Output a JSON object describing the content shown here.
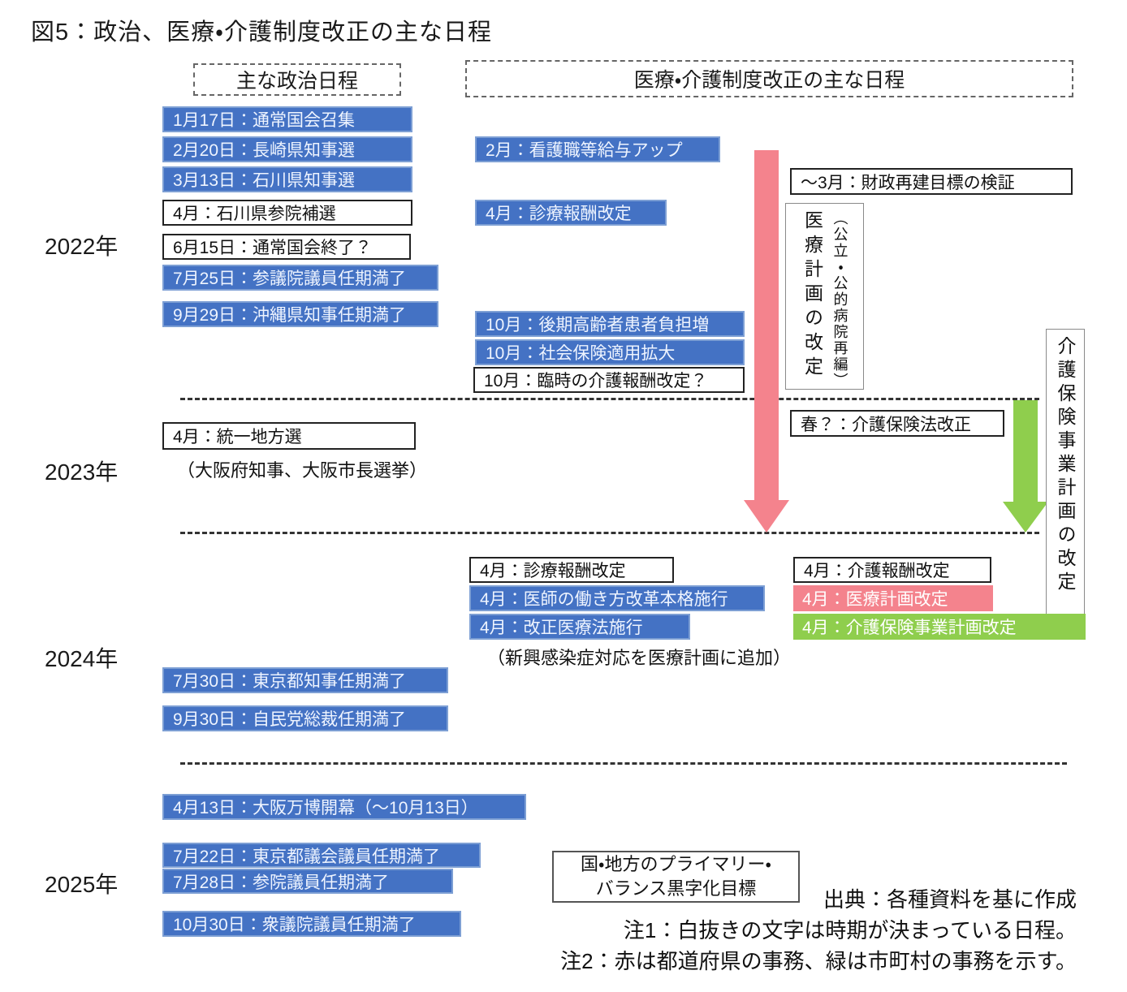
{
  "title": "図5：政治、医療・介護制度改正の主な日程",
  "headers": {
    "political": "主な政治日程",
    "medical": "医療・介護制度改正の主な日程"
  },
  "years": [
    "2022年",
    "2023年",
    "2024年",
    "2025年"
  ],
  "political": {
    "y2022": [
      "1月17日：通常国会召集",
      "2月20日：長崎県知事選",
      "3月13日：石川県知事選",
      "4月：石川県参院補選",
      "6月15日：通常国会終了？",
      "7月25日：参議院議員任期満了",
      "9月29日：沖縄県知事任期満了"
    ],
    "y2023_box": "4月：統一地方選",
    "y2023_note": "（大阪府知事、大阪市長選挙）",
    "y2024": [
      "7月30日：東京都知事任期満了",
      "9月30日：自民党総裁任期満了"
    ],
    "y2025": [
      "4月13日：大阪万博開幕（～10月13日）",
      "7月22日：東京都議会議員任期満了",
      "7月28日：参院議員任期満了",
      "10月30日：衆議院議員任期満了"
    ]
  },
  "medical": {
    "y2022": [
      "2月：看護職等給与アップ",
      "4月：診療報酬改定",
      "10月：後期高齢者患者負担増",
      "10月：社会保険適用拡大",
      "10月：臨時の介護報酬改定？"
    ],
    "fiscal_box": "～3月：財政再建目標の検証",
    "medical_plan_vertical": "医療計画の改定",
    "medical_plan_vertical_note": "（公立・公的病院再編）",
    "care_plan_vertical": "介護保険事業計画の改定",
    "y2023_box": "春？：介護保険法改正",
    "y2024_mid": [
      "4月：診療報酬改定",
      "4月：医師の働き方改革本格施行",
      "4月：改正医療法施行"
    ],
    "y2024_mid_note": "（新興感染症対応を医療計画に追加）",
    "y2024_right": [
      "4月：介護報酬改定",
      "4月：医療計画改定",
      "4月：介護保険事業計画改定"
    ],
    "primary_balance_line1": "国・地方のプライマリー・",
    "primary_balance_line2": "バランス黒字化目標"
  },
  "footnotes": {
    "source": "出典：各種資料を基に作成",
    "note1": "注1：白抜きの文字は時期が決まっている日程。",
    "note2": "注2：赤は都道府県の事務、緑は市町村の事務を示す。"
  },
  "colors": {
    "fixed_date_blue": "#4472c4",
    "prefecture_red": "#f4838d",
    "municipality_green": "#8fce4d"
  }
}
